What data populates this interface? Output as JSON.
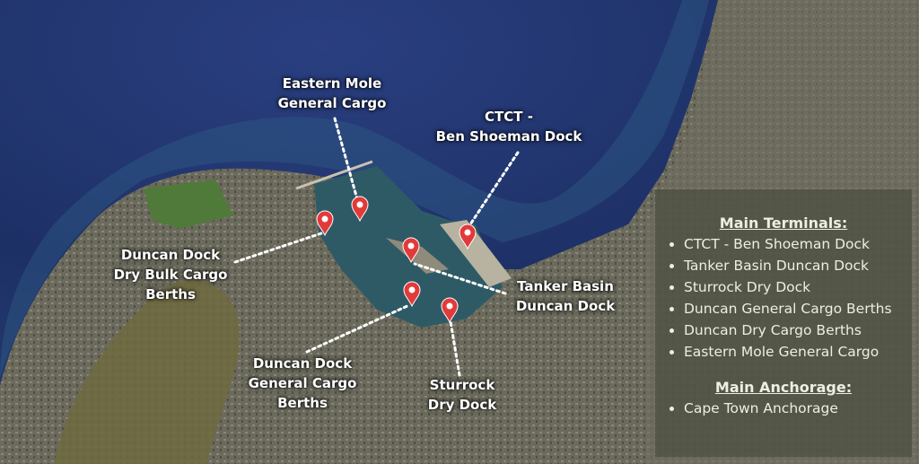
{
  "map": {
    "colors": {
      "ocean": "#1f3468",
      "shallow": "#2c4a78",
      "harbor": "#2c5662",
      "land": "#5c6148",
      "marker": "#e23a3a"
    },
    "labels": [
      {
        "id": "eastern-mole",
        "lines": [
          "Eastern Mole",
          "General Cargo"
        ]
      },
      {
        "id": "ctct",
        "lines": [
          "CTCT -",
          "Ben Shoeman Dock"
        ]
      },
      {
        "id": "duncan-dry-bulk",
        "lines": [
          "Duncan Dock",
          "Dry Bulk Cargo",
          "Berths"
        ]
      },
      {
        "id": "tanker-basin",
        "lines": [
          "Tanker Basin",
          "Duncan Dock"
        ]
      },
      {
        "id": "duncan-general",
        "lines": [
          "Duncan Dock",
          "General Cargo",
          "Berths"
        ]
      },
      {
        "id": "sturrock",
        "lines": [
          "Sturrock",
          "Dry Dock"
        ]
      }
    ],
    "marker_icon": "map-pin-icon"
  },
  "legend": {
    "terminals_title": "Main Terminals:",
    "terminals": [
      "CTCT - Ben Shoeman Dock",
      "Tanker Basin Duncan Dock",
      "Sturrock Dry Dock",
      "Duncan General Cargo Berths",
      "Duncan Dry Cargo Berths",
      "Eastern Mole General Cargo"
    ],
    "anchorage_title": "Main Anchorage:",
    "anchorage": [
      "Cape Town Anchorage"
    ]
  }
}
